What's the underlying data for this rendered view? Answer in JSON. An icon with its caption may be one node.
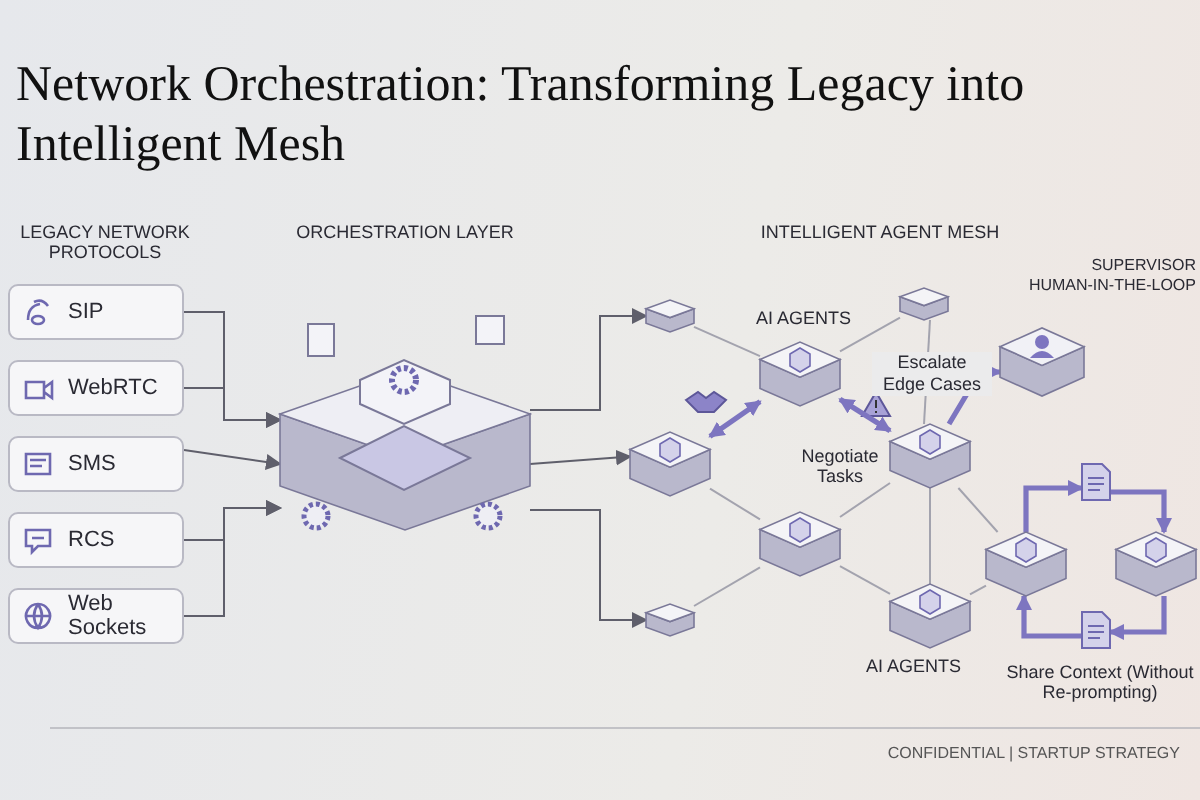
{
  "diagram": {
    "title": "Network Orchestration: Transforming Legacy into Intelligent Mesh",
    "nodes": [
      {
        "text": [
          "SIP"
        ]
      },
      {
        "text": [
          "WebRTC"
        ]
      },
      {
        "text": [
          "SMS"
        ]
      },
      {
        "text": [
          "RCS"
        ]
      },
      {
        "text": [
          "Web Sockets"
        ]
      },
      {
        "text": [],
        "shape": "picture"
      },
      {
        "text": [],
        "shape": "box"
      },
      {
        "text": [],
        "shape": "box"
      },
      {
        "text": [],
        "shape": "box"
      },
      {
        "text": [],
        "shape": "picture",
        "beside": [
          "AI AGENTS"
        ]
      },
      {
        "text": [],
        "shape": "picture"
      },
      {
        "text": [],
        "shape": "picture"
      },
      {
        "text": [],
        "shape": "picture"
      },
      {
        "text": [],
        "shape": "picture",
        "beside": [
          "AI AGENTS"
        ]
      },
      {
        "text": [],
        "shape": "picture"
      },
      {
        "text": [],
        "shape": "picture"
      },
      {
        "text": [
          "SUPERVISOR HUMAN-IN-THE-LOOP"
        ]
      },
      {
        "text": [],
        "shape": "picture"
      },
      {
        "text": [],
        "shape": "picture"
      }
    ],
    "edges": [
      {
        "from": 0,
        "to": 5,
        "arrow": "to",
        "color": "#5f5f6b"
      },
      {
        "from": 1,
        "to": 5,
        "arrow": "to",
        "color": "#5f5f6b"
      },
      {
        "from": 2,
        "to": 5,
        "arrow": "to",
        "color": "#5f5f6b"
      },
      {
        "from": 3,
        "to": 5,
        "arrow": "to",
        "color": "#5f5f6b"
      },
      {
        "from": 4,
        "to": 5,
        "arrow": "to",
        "color": "#5f5f6b"
      },
      {
        "from": 5,
        "to": 6,
        "arrow": "to",
        "color": "#5f5f6b"
      },
      {
        "from": 5,
        "to": 10,
        "arrow": "to",
        "color": "#5f5f6b"
      },
      {
        "from": 5,
        "to": 7,
        "arrow": "to",
        "color": "#5f5f6b"
      },
      {
        "from": 6,
        "to": 9,
        "arrow": "none"
      },
      {
        "from": 8,
        "to": 9,
        "arrow": "none"
      },
      {
        "from": 8,
        "to": 11,
        "arrow": "none"
      },
      {
        "from": 10,
        "to": 12,
        "arrow": "none"
      },
      {
        "from": 12,
        "to": 7,
        "arrow": "none"
      },
      {
        "from": 12,
        "to": 11,
        "arrow": "none"
      },
      {
        "from": 12,
        "to": 13,
        "arrow": "none"
      },
      {
        "from": 11,
        "to": 13,
        "arrow": "none"
      },
      {
        "from": 11,
        "to": 14,
        "arrow": "none"
      },
      {
        "from": 13,
        "to": 14,
        "arrow": "none"
      },
      {
        "from": 10,
        "to": 9,
        "arrow": "both",
        "style": "thick",
        "color": "#7d75c0"
      },
      {
        "from": 9,
        "to": 11,
        "arrow": "both",
        "style": "thick",
        "color": "#7d75c0"
      },
      {
        "from": 11,
        "to": 16,
        "arrow": "to",
        "label": "Escalate Edge Cases",
        "style": "thick",
        "color": "#7d75c0"
      },
      {
        "from": 14,
        "to": 17,
        "arrow": "to",
        "style": "thick",
        "color": "#7d75c0"
      },
      {
        "from": 17,
        "to": 15,
        "arrow": "to",
        "style": "thick",
        "color": "#7d75c0"
      },
      {
        "from": 15,
        "to": 18,
        "arrow": "to",
        "style": "thick",
        "color": "#7d75c0"
      },
      {
        "from": 18,
        "to": 14,
        "arrow": "to",
        "style": "thick",
        "color": "#7d75c0"
      }
    ],
    "labels": [
      "LEGACY NETWORK PROTOCOLS",
      "ORCHESTRATION LAYER",
      "INTELLIGENT AGENT MESH",
      "Negotiate Tasks",
      "Share Context (Without Re-prompting)",
      "CONFIDENTIAL | STARTUP STRATEGY"
    ]
  }
}
